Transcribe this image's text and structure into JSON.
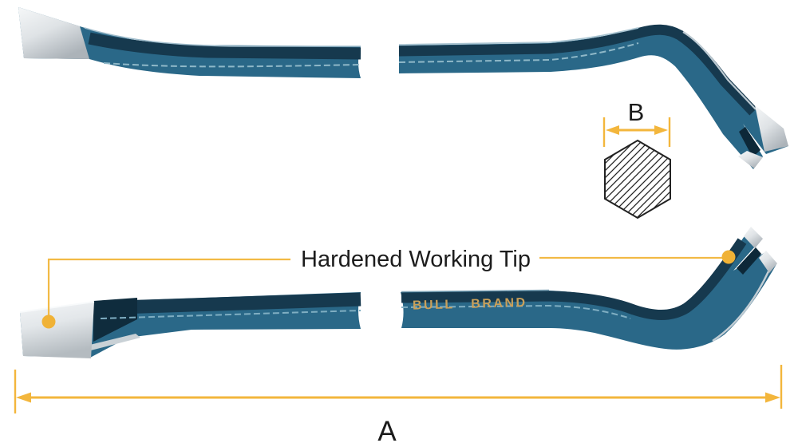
{
  "diagram": {
    "callout": {
      "hardened_tip_label": "Hardened Working Tip"
    },
    "brand": {
      "stamp_text": "BULL BRAND"
    },
    "dimensions": {
      "overall_length_label": "A",
      "bar_width_label": "B"
    },
    "colors": {
      "accent_yellow": "#F3B63C",
      "marker_dot_yellow": "#F0B236",
      "bar_teal": "#2A6888",
      "bar_navy": "#16394E",
      "bar_highlight": "#8FB8C8",
      "steel_light": "#F5F7F8",
      "steel_dark": "#ACB3B9",
      "brand_gold": "#C9A05A",
      "label_black": "#1C1C1C",
      "background": "#FFFFFF"
    }
  }
}
